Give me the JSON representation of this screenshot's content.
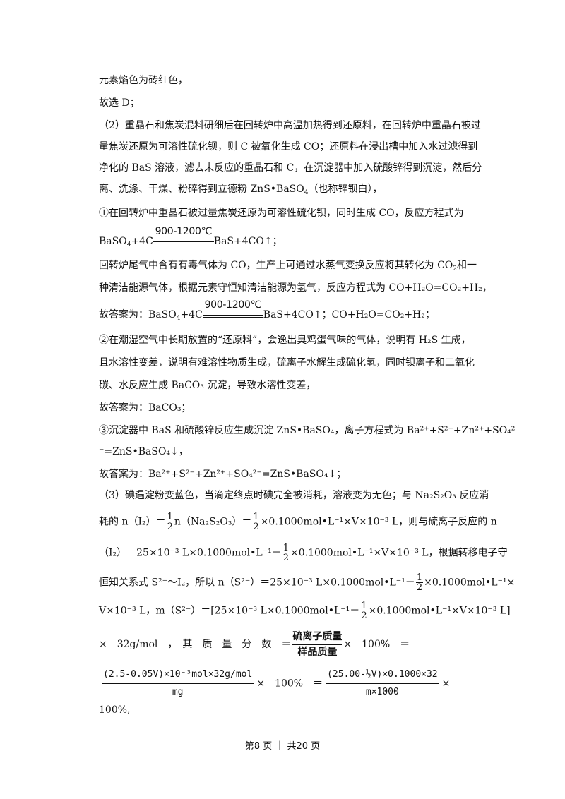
{
  "lines": {
    "l1": "元素焰色为砖红色，",
    "l2": "故选 D；",
    "l3": "（2）重晶石和焦炭混料研细后在回转炉中高温加热得到还原料，在回转炉中重晶石被过",
    "l4": "量焦炭还原为可溶性硫化钡，则 C 被氧化生成 CO；还原料在浸出槽中加入水过滤得到",
    "l5": "净化的 BaS 溶液，滤去未反应的重晶石和 C，在沉淀器中加入硫酸锌得到沉淀，然后分",
    "l6a": "离、洗涤、干燥、粉碎得到立德粉 ZnS•BaSO",
    "l6b": "（也称锌钡白），",
    "l7": "①在回转炉中重晶石被过量焦炭还原为可溶性硫化钡，同时生成 CO，反应方程式为",
    "l8a": "BaSO",
    "l8b": "+4C",
    "l8c": "BaS+4CO↑；",
    "condition": "900-1200℃",
    "l9a": "回转炉尾气中含有有毒气体为 CO，生产上可通过水蒸气变换反应将其转化为 CO",
    "l9b": "和一",
    "l10": "种清洁能源气体，根据元素守恒知清洁能源为氢气，反应方程式为 CO+H₂O=CO₂+H₂，",
    "l11a": "故答案为：BaSO",
    "l11b": "+4C",
    "l11c": "BaS+4CO↑；CO+H₂O=CO₂+H₂；",
    "l12": "②在潮湿空气中长期放置的“还原料”，会逸出臭鸡蛋气味的气体，说明有 H₂S 生成，",
    "l13": "且水溶性变差，说明有难溶性物质生成，硫离子水解生成硫化氢，同时钡离子和二氧化",
    "l14": "碳、水反应生成 BaCO₃ 沉淀，导致水溶性变差，",
    "l15": "故答案为：BaCO₃；",
    "l16": "③沉淀器中 BaS 和硫酸锌反应生成沉淀 ZnS•BaSO₄，离子方程式为 Ba²⁺+S²⁻+Zn²⁺+SO₄²",
    "l17": "⁻=ZnS•BaSO₄↓，",
    "l18": "故答案为：Ba²⁺+S²⁻+Zn²⁺+SO₄²⁻=ZnS•BaSO₄↓；",
    "l19": "（3）碘遇淀粉变蓝色，当滴定终点时碘完全被消耗，溶液变为无色；与 Na₂S₂O₃ 反应消",
    "l20a": "耗的 n（I₂）＝",
    "l20b": "n（Na₂S₂O₃）＝",
    "l20c": "×0.1000mol•L⁻¹×V×10⁻³ L，则与硫离子反应的 n",
    "l21a": "（I₂）＝25×10⁻³ L×0.1000mol•L⁻¹－",
    "l21b": "×0.1000mol•L⁻¹×V×10⁻³ L，根据转移电子守",
    "l22a": "恒知关系式 S²⁻～I₂，所以 n（S²⁻）＝25×10⁻³ L×0.1000mol•L⁻¹－",
    "l22b": "×0.1000mol•L⁻¹×",
    "l23a": "V×10⁻³ L，m（S²⁻）＝[25×10⁻³ L×0.1000mol•L⁻¹－",
    "l23b": "×0.1000mol•L⁻¹×V×10⁻³ L]",
    "l24a": "×　32g/mol　，　其　质　量　分　数　＝",
    "l24b": "×　100%　＝",
    "l25a": "×　100%　＝",
    "l25b": "×",
    "l26": "100%,"
  },
  "fractions": {
    "half_num": "1",
    "half_den": "2",
    "mass_num": "硫离子质量",
    "mass_den": "样品质量",
    "f1_num": "(2.5-0.05V)×10⁻³mol×32g/mol",
    "f1_den": "mg",
    "f2_num": "(25.00-½V)×0.1000×32",
    "f2_den": "m×1000"
  },
  "sub4": "4",
  "sub2": "2",
  "footer": {
    "text": "第8 页 ｜ 共20 页"
  }
}
